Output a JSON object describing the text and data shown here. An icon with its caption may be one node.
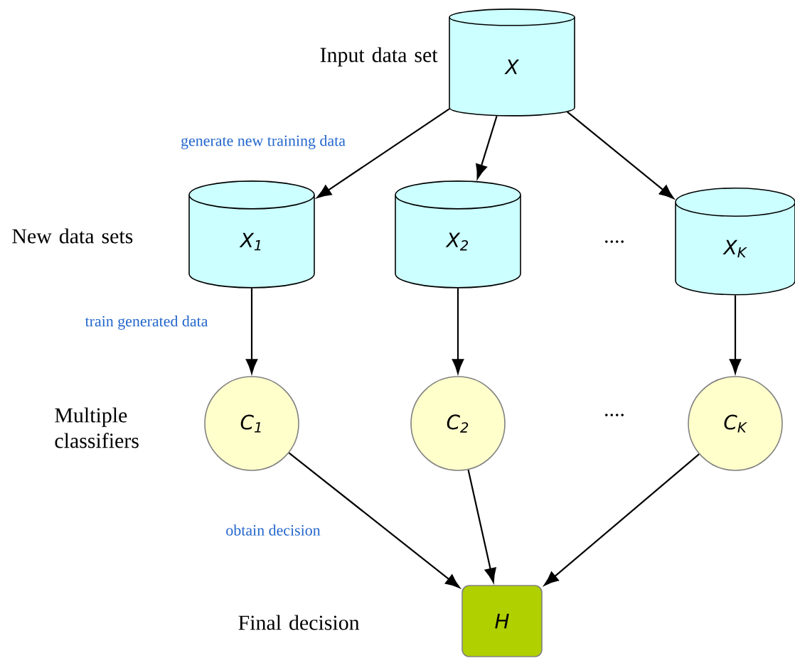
{
  "diagram": {
    "nodes": [
      {
        "text": [
          "X"
        ]
      },
      {
        "text": [
          "X$_{1}$"
        ]
      },
      {
        "text": [
          "X$_{2}$"
        ]
      },
      {
        "text": [
          "X$_{K}$"
        ]
      },
      {
        "text": [
          "C$_{1}$"
        ]
      },
      {
        "text": [
          "C$_{2}$"
        ]
      },
      {
        "text": [
          "C$_{K}$"
        ]
      },
      {
        "text": [
          "H"
        ]
      }
    ],
    "edges": [
      {
        "from": 0,
        "to": 1,
        "arrow": "to",
        "label": "generate new training data"
      },
      {
        "from": 0,
        "to": 2,
        "arrow": "to"
      },
      {
        "from": 0,
        "to": 3,
        "arrow": "to"
      },
      {
        "from": 1,
        "to": 4,
        "arrow": "to",
        "label": "train generated data"
      },
      {
        "from": 2,
        "to": 5,
        "arrow": "to"
      },
      {
        "from": 3,
        "to": 6,
        "arrow": "to"
      },
      {
        "from": 4,
        "to": 7,
        "arrow": "to",
        "label": "obtain decision"
      },
      {
        "from": 5,
        "to": 7,
        "arrow": "to"
      },
      {
        "from": 6,
        "to": 7,
        "arrow": "to"
      }
    ],
    "labels": [
      "Input data set",
      "New data sets",
      "....",
      "Multiple classifiers",
      "....",
      "Final decision"
    ]
  }
}
